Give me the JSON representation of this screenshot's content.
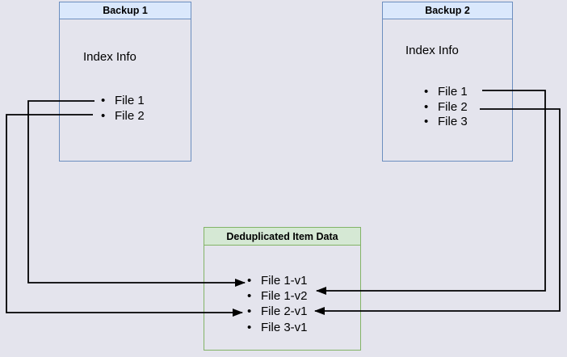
{
  "page": {
    "background_color": "#e4e4ed",
    "connector_color": "#000000"
  },
  "colors": {
    "blue_box_border": "#6c8ebf",
    "blue_box_header_fill": "#dae8fc",
    "green_box_border": "#82b366",
    "green_box_header_fill": "#d5e8d4"
  },
  "boxes": {
    "backup1": {
      "title": "Backup 1",
      "body_label": "Index Info",
      "files": [
        "File 1",
        "File 2"
      ]
    },
    "backup2": {
      "title": "Backup 2",
      "body_label": "Index Info",
      "files": [
        "File 1",
        "File 2",
        "File 3"
      ]
    },
    "dedup": {
      "title": "Deduplicated Item Data",
      "items": [
        "File 1-v1",
        "File 1-v2",
        "File 2-v1",
        "File 3-v1"
      ]
    }
  },
  "connectors": [
    {
      "from": "Backup 1 / File 1",
      "to": "File 1-v1",
      "arrow": "into left side of Deduplicated Item Data"
    },
    {
      "from": "Backup 1 / File 2",
      "to": "File 2-v1",
      "arrow": "into left side of Deduplicated Item Data"
    },
    {
      "from": "Backup 2 / File 1",
      "to": "File 1-v2",
      "arrow": "into right side of Deduplicated Item Data"
    },
    {
      "from": "Backup 2 / File 2",
      "to": "File 2-v1",
      "arrow": "into right side of Deduplicated Item Data"
    }
  ]
}
